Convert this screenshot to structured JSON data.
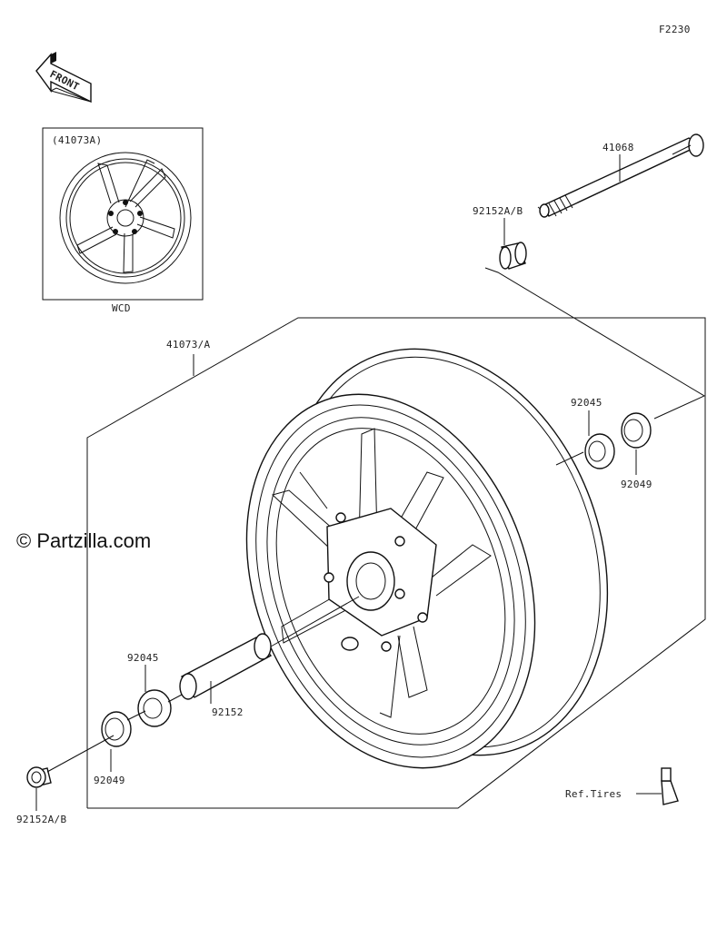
{
  "figure_code": "F2230",
  "front_arrow_text": "FRONT",
  "inset": {
    "part_label": "(41073A)",
    "caption": "WCD"
  },
  "watermark": "© Partzilla.com",
  "labels": {
    "axle": "41068",
    "collar_top": "92152A/B",
    "wheel": "41073/A",
    "bearing_right": "92045",
    "seal_right": "92049",
    "bearing_left": "92045",
    "spacer": "92152",
    "seal_left": "92049",
    "collar_left": "92152A/B",
    "tires_ref": "Ref.Tires"
  }
}
